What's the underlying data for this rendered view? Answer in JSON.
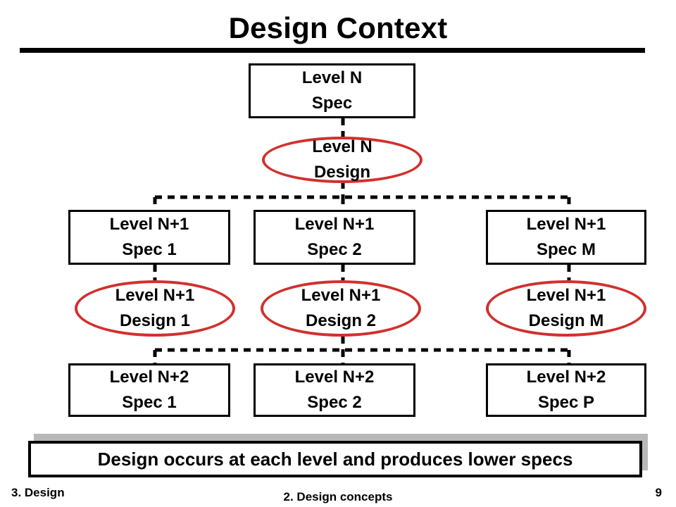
{
  "title": "Design Context",
  "nodes": {
    "level_n_spec": [
      "Level N",
      "Spec"
    ],
    "level_n_design": [
      "Level N",
      "Design"
    ],
    "n1_spec_1": [
      "Level N+1",
      "Spec 1"
    ],
    "n1_spec_2": [
      "Level N+1",
      "Spec 2"
    ],
    "n1_spec_m": [
      "Level N+1",
      "Spec M"
    ],
    "n1_design_1": [
      "Level N+1",
      "Design 1"
    ],
    "n1_design_2": [
      "Level N+1",
      "Design 2"
    ],
    "n1_design_m": [
      "Level N+1",
      "Design M"
    ],
    "n2_spec_1": [
      "Level N+2",
      "Spec 1"
    ],
    "n2_spec_2": [
      "Level N+2",
      "Spec 2"
    ],
    "n2_spec_p": [
      "Level N+2",
      "Spec P"
    ]
  },
  "callout": "Design occurs at each level and produces lower specs",
  "footer": {
    "left": "3. Design",
    "center": "2. Design concepts",
    "page_number": "9"
  },
  "colors": {
    "ellipse_outline": "#d0312d",
    "callout_shadow": "#b8b8b8"
  }
}
